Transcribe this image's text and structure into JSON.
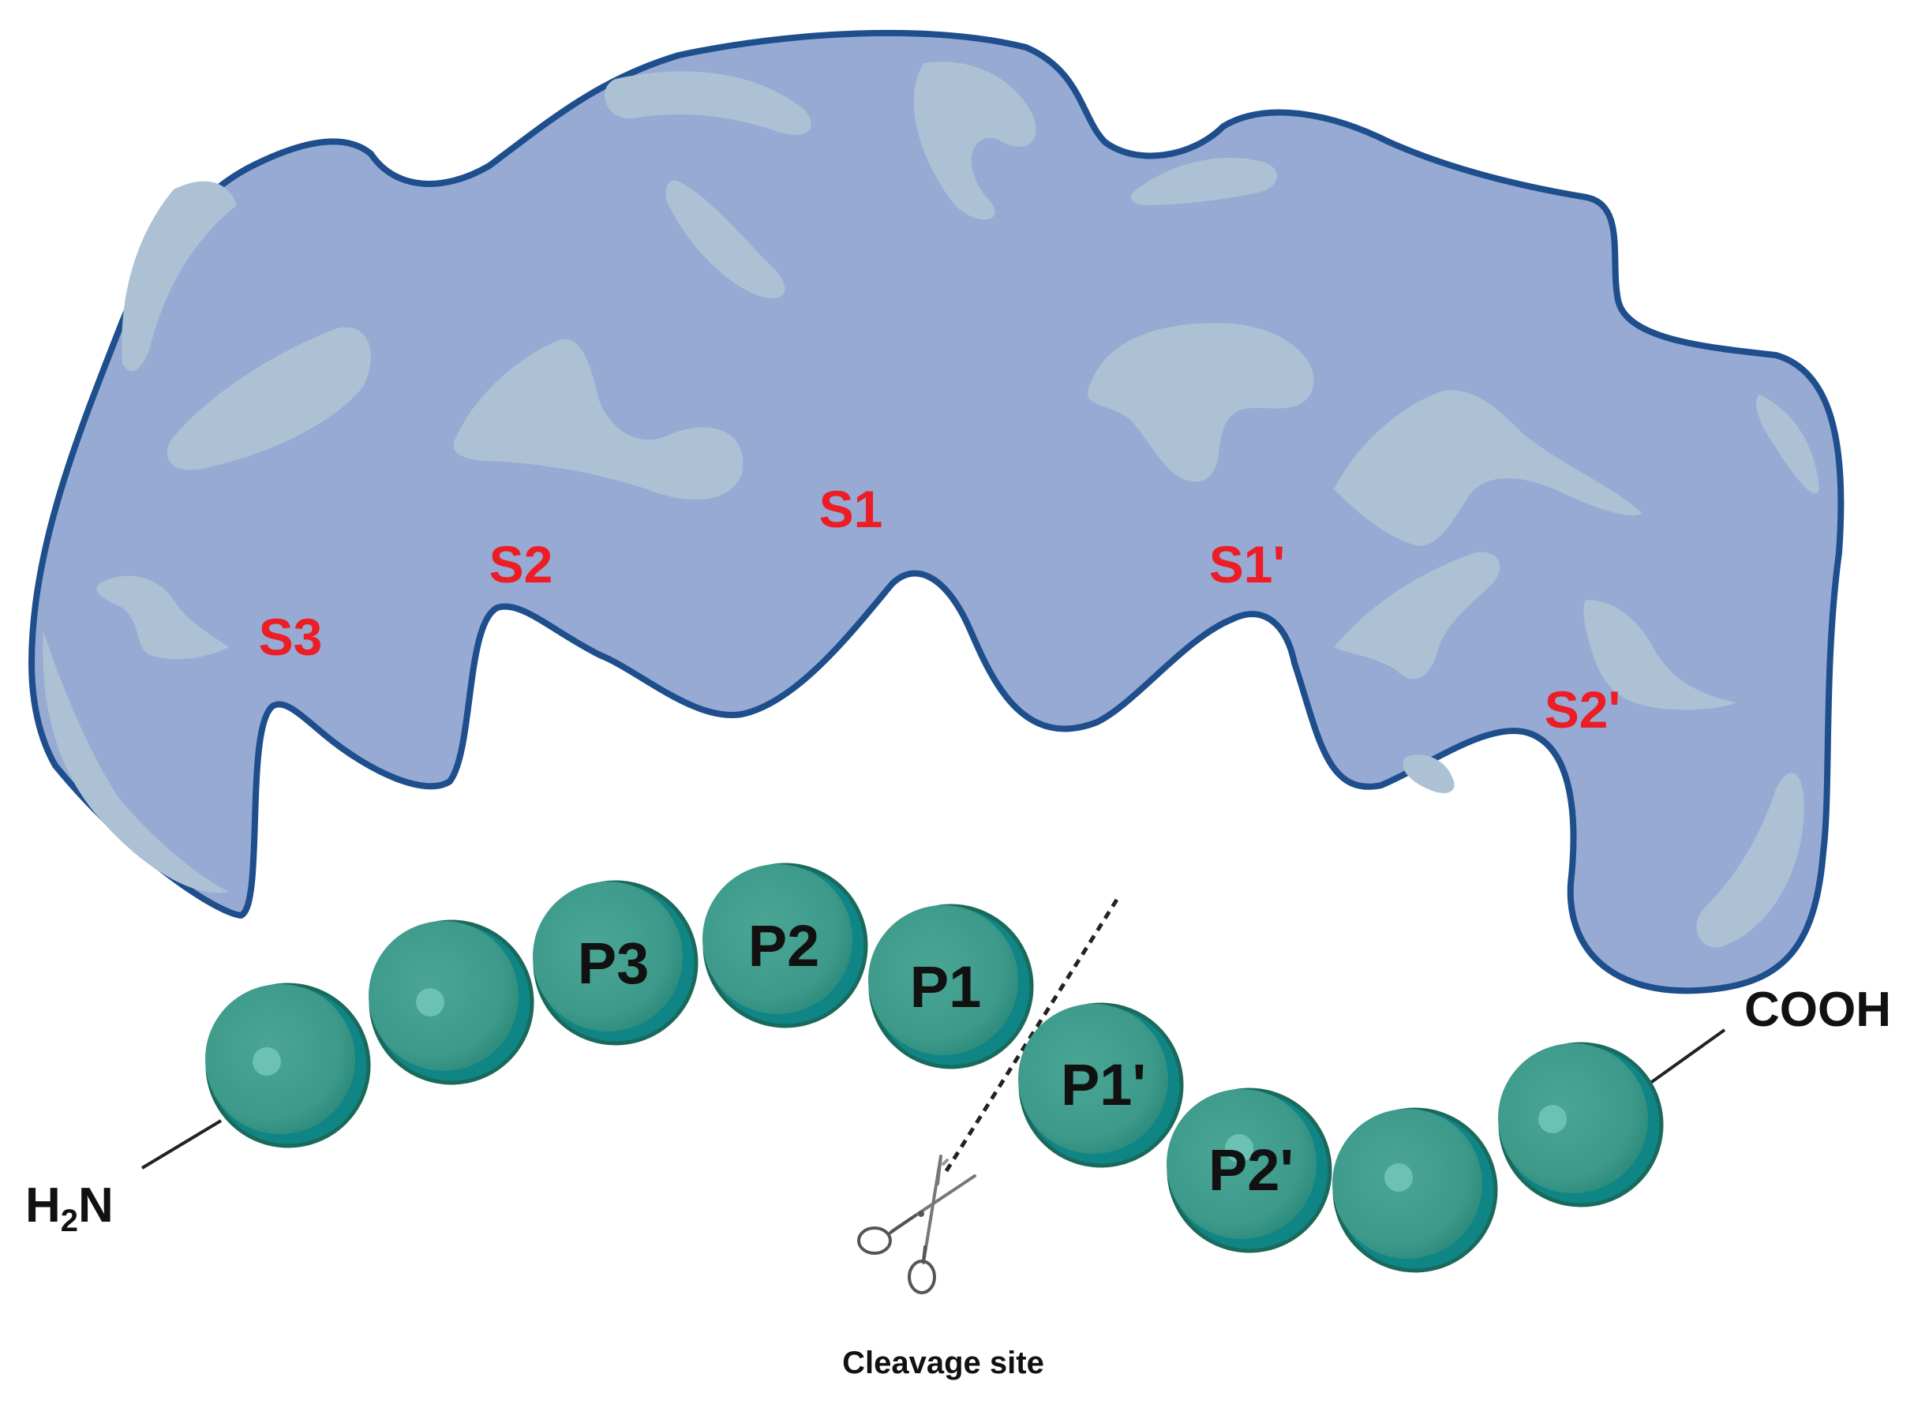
{
  "colors": {
    "enzyme_fill": "#96aad4",
    "enzyme_highlight": "#adc1d4",
    "enzyme_outline": "#1e4e8c",
    "residue_fill": "#3d9a8a",
    "residue_edge": "#1a6a5c",
    "residue_shade": "#0f8585",
    "site_label": "#ee1c24",
    "text": "#111111"
  },
  "subsites": [
    {
      "id": "s3",
      "label": "S3"
    },
    {
      "id": "s2",
      "label": "S2"
    },
    {
      "id": "s1",
      "label": "S1"
    },
    {
      "id": "s1p",
      "label": "S1'"
    },
    {
      "id": "s2p",
      "label": "S2'"
    }
  ],
  "residues": [
    {
      "id": "r1",
      "label": ""
    },
    {
      "id": "r2",
      "label": ""
    },
    {
      "id": "p3",
      "label": "P3"
    },
    {
      "id": "p2",
      "label": "P2"
    },
    {
      "id": "p1",
      "label": "P1"
    },
    {
      "id": "p1p",
      "label": "P1'"
    },
    {
      "id": "p2p",
      "label": "P2'"
    },
    {
      "id": "r8",
      "label": ""
    },
    {
      "id": "r9",
      "label": ""
    }
  ],
  "termini": {
    "n_main": "H",
    "n_sub": "2",
    "n_end": "N",
    "c_label": "COOH"
  },
  "cleavage": {
    "label": "Cleavage site",
    "icon": "scissors-icon"
  }
}
